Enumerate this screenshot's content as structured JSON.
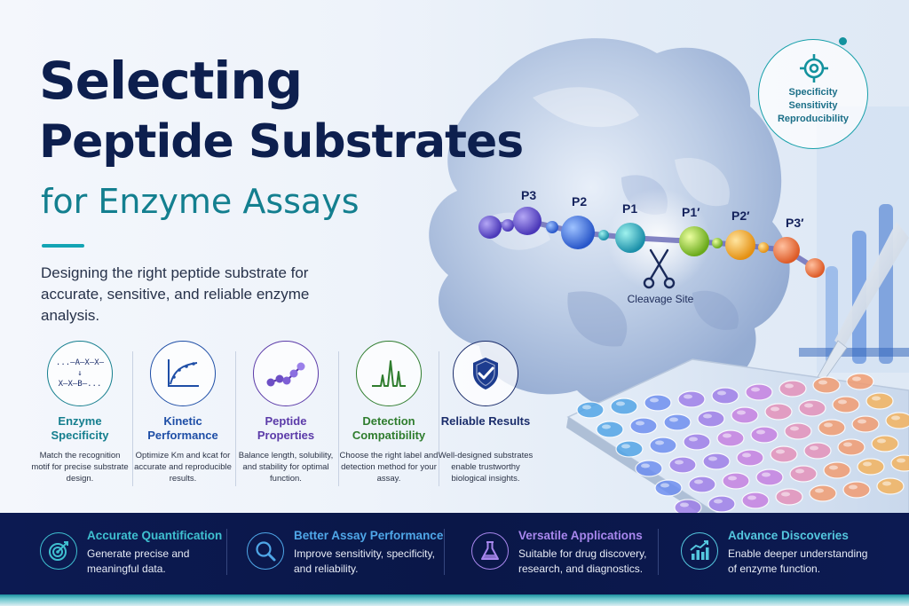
{
  "header": {
    "title_line1": "Selecting",
    "title_line2": "Peptide Substrates",
    "title_line3": "for Enzyme Assays",
    "intro": "Designing the right peptide substrate for accurate, sensitive, and reliable enzyme analysis."
  },
  "diagram": {
    "positions": [
      "P3",
      "P2",
      "P1",
      "P1′",
      "P2′",
      "P3′"
    ],
    "cleavage_label": "Cleavage Site"
  },
  "badge": {
    "line1": "Specificity",
    "line2": "Sensitivity",
    "line3": "Reproducibility",
    "icon": "target-icon"
  },
  "features": [
    {
      "icon": "sequence-motif-icon",
      "motif_line1": "...–A–X–X–",
      "motif_arrow": "↓",
      "motif_line2": "X–X–B–...",
      "title": "Enzyme Specificity",
      "desc": "Match the recognition motif for precise substrate design.",
      "color": "#147e8e"
    },
    {
      "icon": "kinetics-graph-icon",
      "title": "Kinetic Performance",
      "desc": "Optimize Km and kcat for accurate and reproducible results.",
      "color": "#1e4ea6"
    },
    {
      "icon": "peptide-chain-icon",
      "title": "Peptide Properties",
      "desc": "Balance length, solubility, and stability for optimal function.",
      "color": "#5b3aa8"
    },
    {
      "icon": "detection-peaks-icon",
      "title": "Detection Compatibility",
      "desc": "Choose the right label and detection method for your assay.",
      "color": "#2f7d2e"
    },
    {
      "icon": "shield-check-icon",
      "title": "Reliable Results",
      "desc": "Well-designed substrates enable trustworthy biological insights.",
      "color": "#1b2d6b"
    }
  ],
  "benefits": [
    {
      "icon": "target-icon",
      "title": "Accurate Quantification",
      "desc": "Generate precise and meaningful data.",
      "color": "#3fc0d0"
    },
    {
      "icon": "magnifier-icon",
      "title": "Better Assay Performance",
      "desc": "Improve sensitivity, specificity, and reliability.",
      "color": "#4fa7e8"
    },
    {
      "icon": "flask-icon",
      "title": "Versatile Applications",
      "desc": "Suitable for drug discovery, research, and diagnostics.",
      "color": "#a887ee"
    },
    {
      "icon": "growth-chart-icon",
      "title": "Advance Discoveries",
      "desc": "Enable deeper understanding of enzyme function.",
      "color": "#54c7de"
    }
  ]
}
